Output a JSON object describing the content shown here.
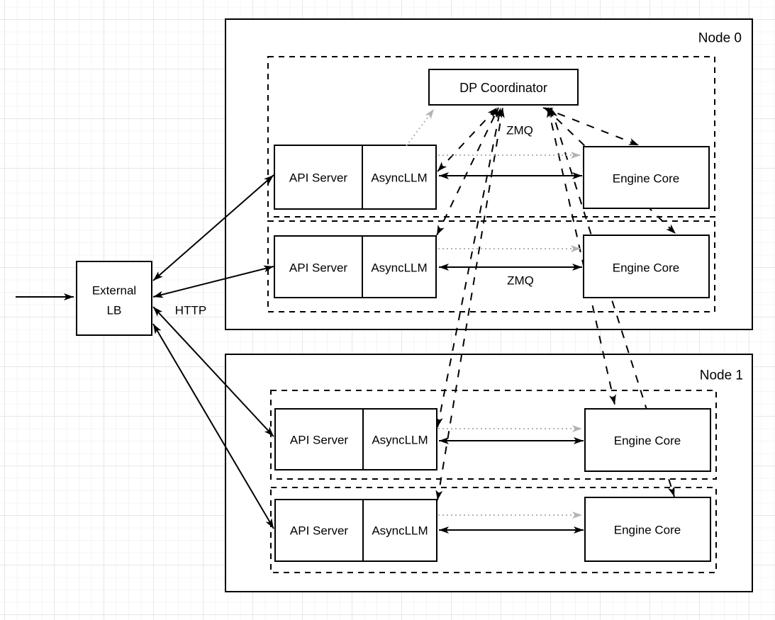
{
  "labels": {
    "node0": "Node 0",
    "node1": "Node 1",
    "dp_coordinator": "DP Coordinator",
    "external_lb_line1": "External",
    "external_lb_line2": "LB",
    "http": "HTTP",
    "zmq_coordinator": "ZMQ",
    "zmq_engine": "ZMQ"
  },
  "rows": [
    {
      "node": "Node 0",
      "api_server": "API Server",
      "asyncllm": "AsyncLLM",
      "engine_core": "Engine Core"
    },
    {
      "node": "Node 0",
      "api_server": "API Server",
      "asyncllm": "AsyncLLM",
      "engine_core": "Engine Core"
    },
    {
      "node": "Node 1",
      "api_server": "API Server",
      "asyncllm": "AsyncLLM",
      "engine_core": "Engine Core"
    },
    {
      "node": "Node 1",
      "api_server": "API Server",
      "asyncllm": "AsyncLLM",
      "engine_core": "Engine Core"
    }
  ],
  "colors": {
    "line": "#000000",
    "dotted_arrow": "#b3b3b3",
    "box_fill": "#ffffff",
    "background": "#ffffff",
    "grid_minor": "#f4f4f6",
    "grid_major": "#e7e7ea"
  }
}
